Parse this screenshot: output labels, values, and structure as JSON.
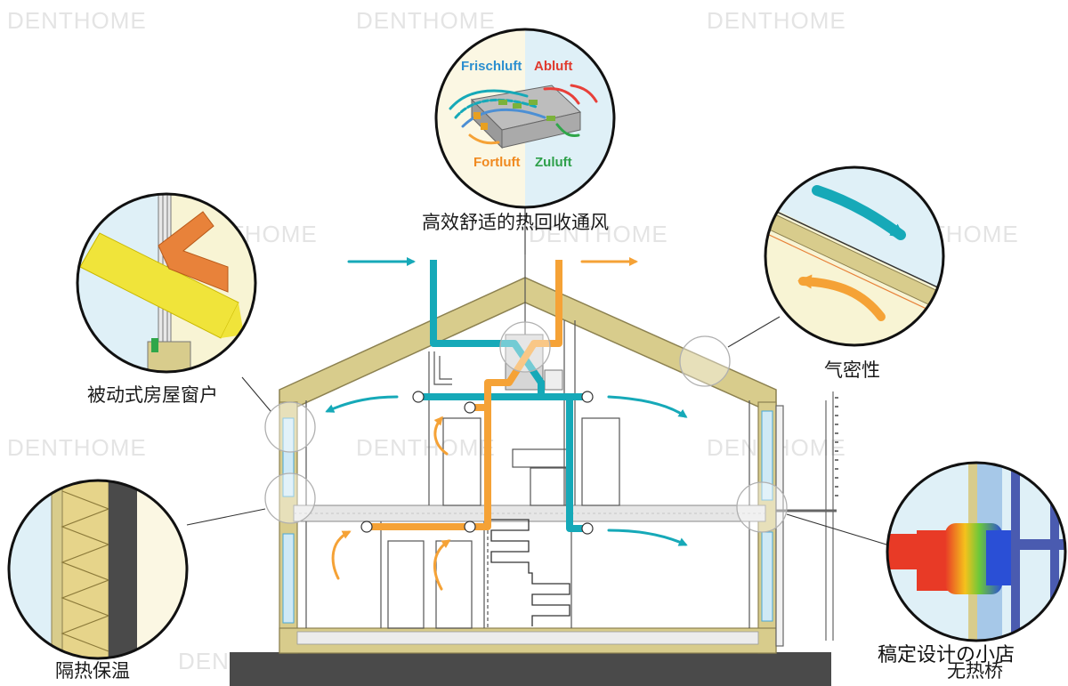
{
  "watermark": "DENTHOME",
  "labels": {
    "ventilation": "高效舒适的热回收通风",
    "window": "被动式房屋窗户",
    "airtight": "气密性",
    "insulation": "隔热保温",
    "thermal_bridge": "无热桥",
    "shop": "稿定设计の小店"
  },
  "ventilation_detail": {
    "fresh_air": "Frischluft",
    "exhaust_air": "Abluft",
    "outgoing_air": "Fortluft",
    "supply_air": "Zuluft"
  },
  "colors": {
    "fresh_duct": "#16a9b8",
    "exhaust_duct": "#f5a236",
    "wall": "#d8cc8c",
    "glass": "#cfe9f5",
    "ground": "#4a4a4a"
  }
}
